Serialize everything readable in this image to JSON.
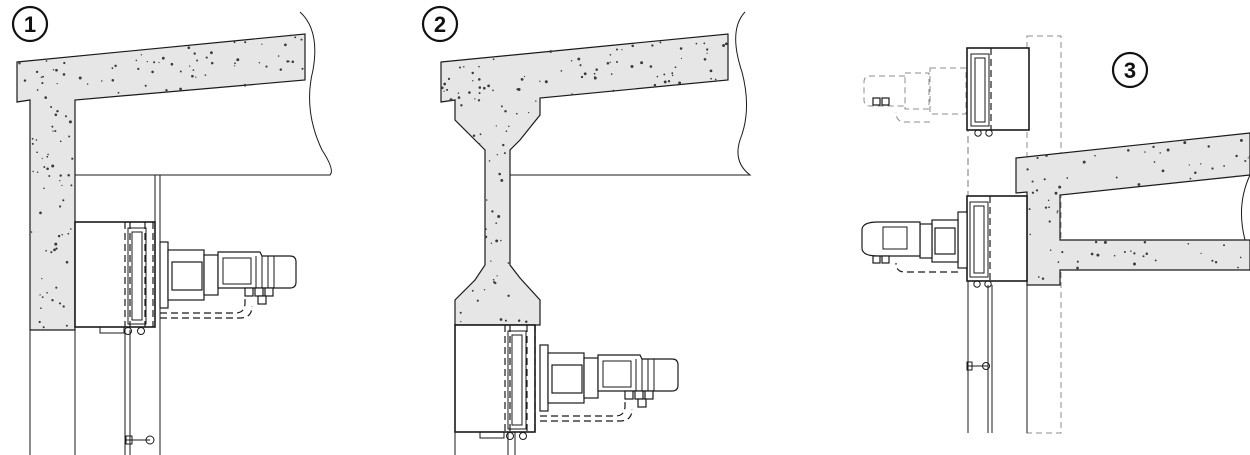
{
  "figure": {
    "panels": [
      {
        "number": "1"
      },
      {
        "number": "2"
      },
      {
        "number": "3"
      }
    ]
  }
}
